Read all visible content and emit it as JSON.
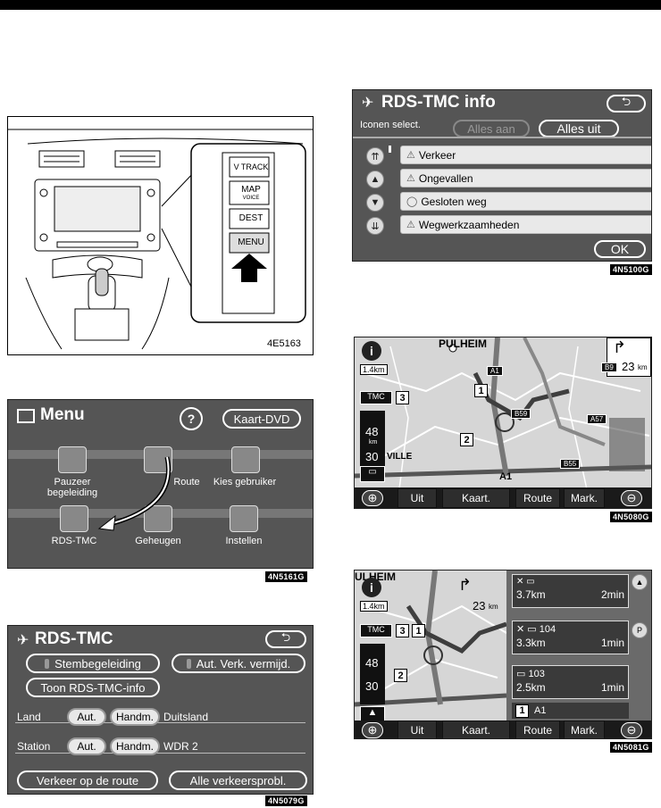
{
  "figures": {
    "dashboard": {
      "code": "4E5163",
      "buttons": [
        "V TRACK",
        "MAP",
        "VOICE",
        "DEST",
        "MENU"
      ]
    },
    "menu": {
      "title": "Menu",
      "help": "?",
      "kaart_dvd": "Kaart-DVD",
      "items": [
        "Pauzeer begeleiding",
        "Route",
        "Kies gebruiker",
        "RDS-TMC",
        "Geheugen",
        "Instellen"
      ],
      "item_pauzeer_1": "Pauzeer",
      "item_pauzeer_2": "begeleiding",
      "code": "4N5161G"
    },
    "rds_tmc": {
      "title": "RDS-TMC",
      "stembegeleiding": "Stembegeleiding",
      "aut_verk": "Aut. Verk. vermijd.",
      "toon_info": "Toon RDS-TMC-info",
      "land_label": "Land",
      "station_label": "Station",
      "aut": "Aut.",
      "handm": "Handm.",
      "land_value": "Duitsland",
      "station_value": "WDR 2",
      "verkeer_route": "Verkeer op de route",
      "alle_verkeer": "Alle verkeersprobl.",
      "code": "4N5079G"
    },
    "rds_tmc_info": {
      "title": "RDS-TMC info",
      "iconen": "Iconen select.",
      "alles_aan": "Alles aan",
      "alles_uit": "Alles uit",
      "rows": [
        "Verkeer",
        "Ongevallen",
        "Gesloten weg",
        "Wegwerkzaamheden"
      ],
      "ok": "OK",
      "code": "4N5100G"
    },
    "map1": {
      "place": "PULHEIM",
      "scale": "1.4km",
      "distance": "23",
      "distance_unit": "km",
      "ville": "VILLE",
      "road_a1": "A1",
      "roads": [
        "A1",
        "B59",
        "A57",
        "B55",
        "B9"
      ],
      "callouts": [
        "1",
        "2",
        "3"
      ],
      "tmc_label": "TMC",
      "speed_vals": [
        "48",
        "30"
      ],
      "speed_unit": "km",
      "buttons": [
        "Uit",
        "Kaart.",
        "Route",
        "Mark."
      ],
      "code": "4N5080G"
    },
    "map2": {
      "place": "ULHEIM",
      "scale": "1.4km",
      "distance": "23",
      "distance_unit": "km",
      "callouts": [
        "1",
        "2",
        "3"
      ],
      "tmc_label": "TMC",
      "speed_vals": [
        "48",
        "30"
      ],
      "turns": [
        {
          "road": "",
          "dist": "3.7km",
          "time": "2min"
        },
        {
          "road": "104",
          "dist": "3.3km",
          "time": "1min"
        },
        {
          "road": "103",
          "dist": "2.5km",
          "time": "1min"
        }
      ],
      "bottom_callout": "1",
      "bottom_road": "A1",
      "buttons": [
        "Uit",
        "Kaart.",
        "Route",
        "Mark."
      ],
      "code": "4N5081G"
    }
  },
  "colors": {
    "panel": "#4a4a4a",
    "pill_border": "#ffffff",
    "map_bg": "#d9d9d9",
    "route": "#5a5a5a"
  }
}
